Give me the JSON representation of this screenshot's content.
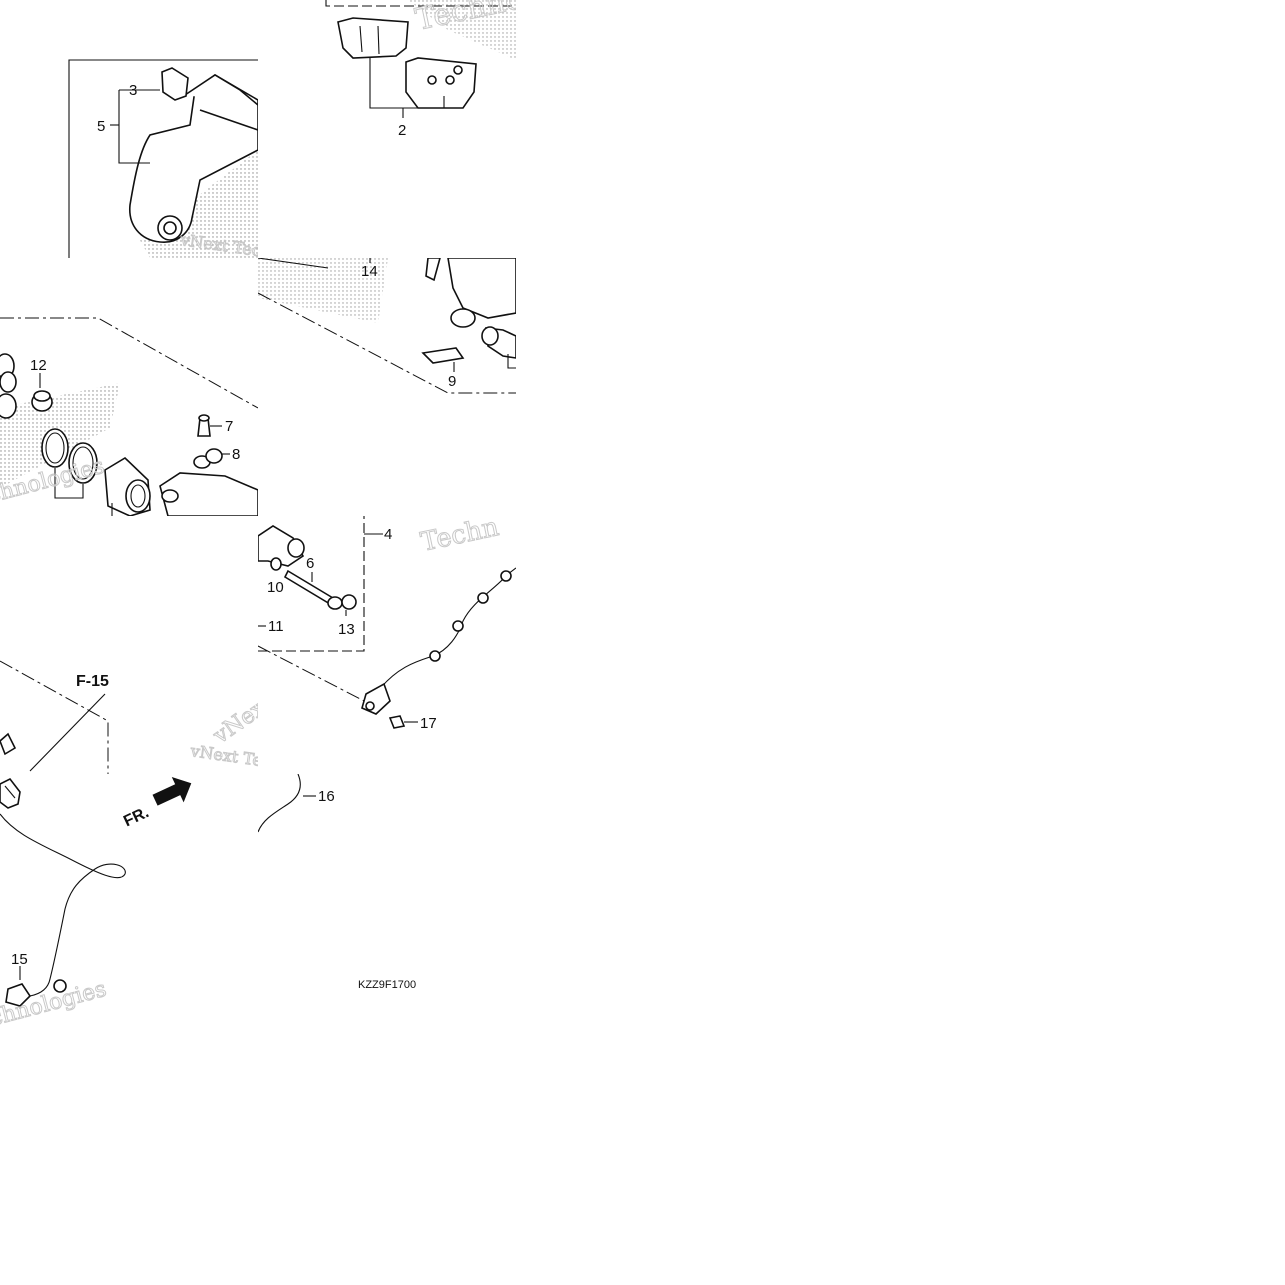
{
  "diagram": {
    "code": "KZZ9F1700",
    "reference": "F-15",
    "direction_label": "FR.",
    "callouts": [
      "2",
      "3",
      "4",
      "5",
      "6",
      "7",
      "8",
      "9",
      "10",
      "11",
      "12",
      "13",
      "14",
      "15",
      "16",
      "17"
    ],
    "watermarks": {
      "technologies": "Technologies",
      "vnext_tech": "vNext Tec",
      "vnext": "vNext",
      "techn": "Techn",
      "chnologies": "chnologies"
    }
  }
}
